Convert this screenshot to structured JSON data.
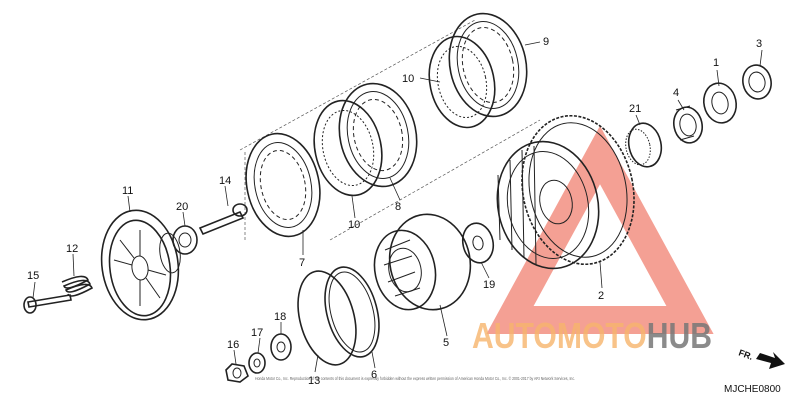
{
  "diagram": {
    "part_numbers": {
      "p1": "1",
      "p2": "2",
      "p3": "3",
      "p4": "4",
      "p5": "5",
      "p6": "6",
      "p7": "7",
      "p8": "8",
      "p9": "9",
      "p10a": "10",
      "p10b": "10",
      "p11": "11",
      "p12": "12",
      "p13": "13",
      "p14": "14",
      "p15": "15",
      "p16": "16",
      "p17": "17",
      "p18": "18",
      "p19": "19",
      "p20": "20",
      "p21": "21"
    },
    "diagram_code": "MJCHE0800",
    "direction_label": "FR.",
    "copyright_notice": "Honda Motor Co., Inc. Reproduction of the contents of this document is expressly forbidden without the express written permission of American Honda Motor Co., Inc. © 2001-2017 by ARI Network Services, Inc.",
    "colors": {
      "watermark": "#f08070",
      "watermark_dark": "#777777",
      "ink": "#222222"
    }
  },
  "watermark": {
    "brand_orange": "AUTOMOTO",
    "brand_dark": "HUB"
  }
}
